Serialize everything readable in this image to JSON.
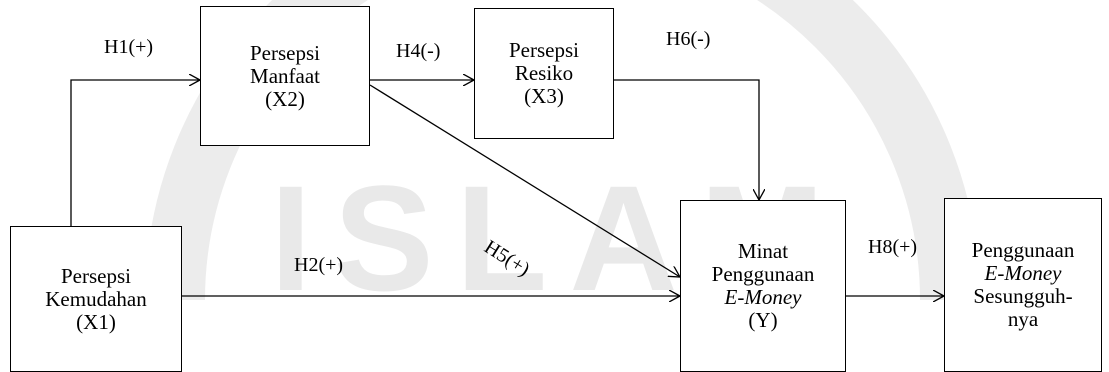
{
  "diagram": {
    "watermark": {
      "text": "ISLAM",
      "color": "#e9e9e9"
    },
    "nodes": {
      "x1": {
        "lines": [
          "Persepsi",
          "Kemudahan",
          "(X1)"
        ]
      },
      "x2": {
        "lines": [
          "Persepsi",
          "Manfaat",
          "(X2)"
        ]
      },
      "x3": {
        "lines": [
          "Persepsi",
          "Resiko",
          "(X3)"
        ]
      },
      "y": {
        "lines": [
          "Minat",
          "Penggunaan",
          "E-Money",
          "(Y)"
        ]
      },
      "z": {
        "lines": [
          "Penggunaan",
          "E-Money",
          "Sesungguh-",
          "nya"
        ]
      }
    },
    "hypotheses": {
      "h1": "H1(+)",
      "h2": "H2(+)",
      "h4": "H4(-)",
      "h5": "H5(+)",
      "h6": "H6(-)",
      "h8": "H8(+)"
    },
    "edge_color": "#000000"
  }
}
